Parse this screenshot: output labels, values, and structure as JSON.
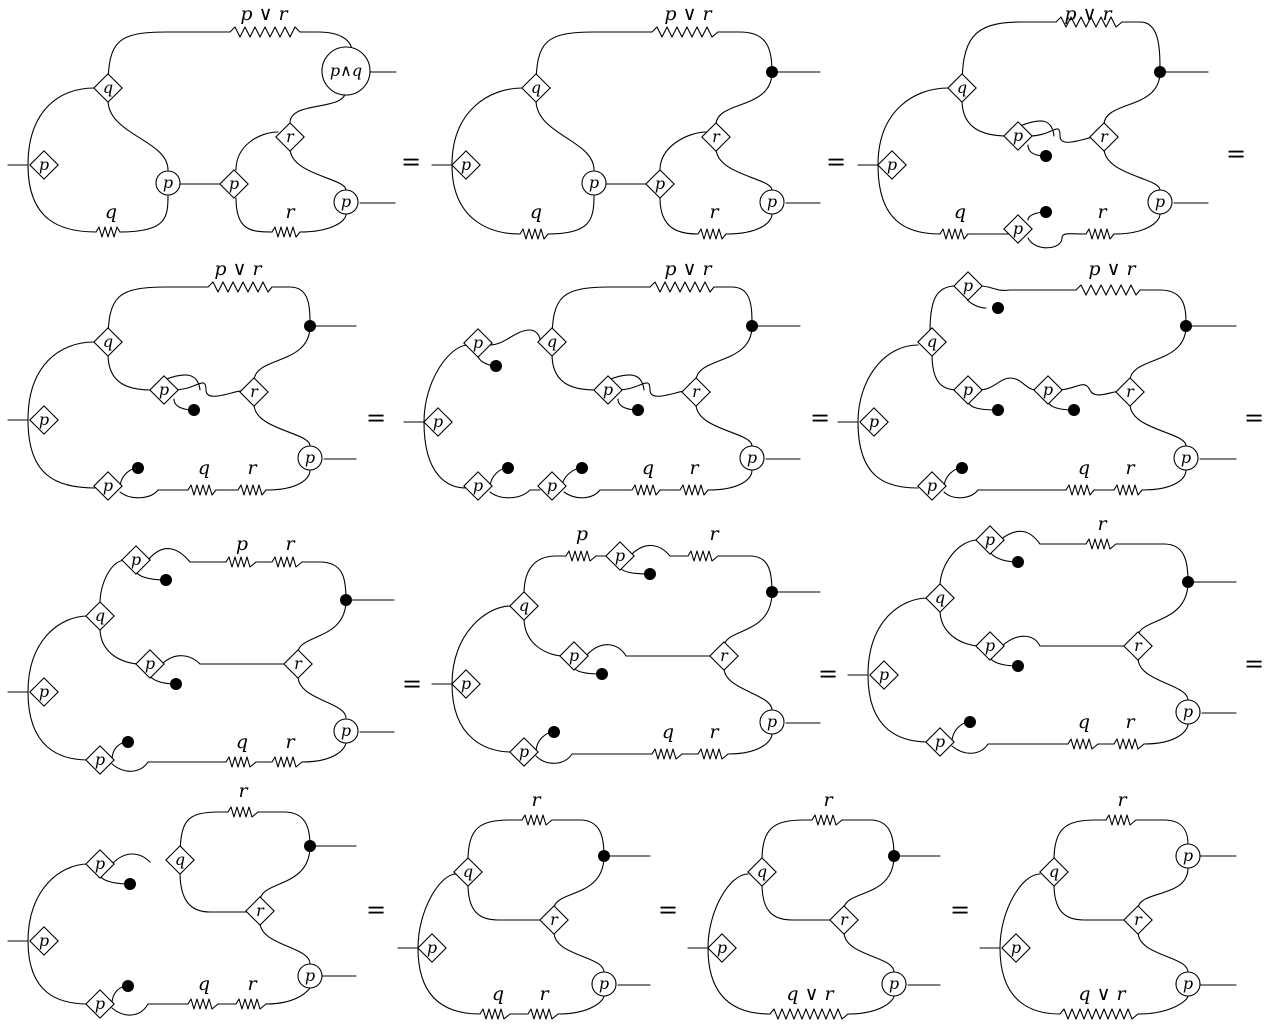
{
  "equals": "=",
  "panels": [
    {
      "id": "p1",
      "squares": [
        "p",
        "q",
        "r",
        "p"
      ],
      "circles": [
        "p∧q",
        "p",
        "p"
      ],
      "wire_labels": [
        "p ∨ r",
        "q",
        "r"
      ]
    },
    {
      "id": "p2",
      "squares": [
        "p",
        "q",
        "r",
        "p"
      ],
      "circles": [
        "p",
        "p"
      ],
      "wire_labels": [
        "p ∨ r",
        "q",
        "r"
      ]
    },
    {
      "id": "p3",
      "squares": [
        "p",
        "q",
        "p",
        "r",
        "p"
      ],
      "circles": [
        "p"
      ],
      "wire_labels": [
        "p ∨ r",
        "q",
        "r"
      ]
    },
    {
      "id": "p4",
      "squares": [
        "p",
        "q",
        "p",
        "r",
        "p"
      ],
      "circles": [
        "p"
      ],
      "wire_labels": [
        "p ∨ r",
        "q",
        "r"
      ]
    },
    {
      "id": "p5",
      "squares": [
        "p",
        "p",
        "q",
        "p",
        "r",
        "p",
        "p"
      ],
      "circles": [
        "p"
      ],
      "wire_labels": [
        "p ∨ r",
        "q",
        "r"
      ]
    },
    {
      "id": "p6",
      "squares": [
        "p",
        "p",
        "q",
        "p",
        "p",
        "r",
        "p"
      ],
      "circles": [
        "p"
      ],
      "wire_labels": [
        "p ∨ r",
        "q",
        "r"
      ]
    },
    {
      "id": "p7",
      "squares": [
        "p",
        "p",
        "q",
        "p",
        "r",
        "p"
      ],
      "circles": [
        "p"
      ],
      "wire_labels": [
        "p",
        "r",
        "q",
        "r"
      ]
    },
    {
      "id": "p8",
      "squares": [
        "p",
        "p",
        "q",
        "p",
        "r",
        "p"
      ],
      "circles": [
        "p"
      ],
      "wire_labels": [
        "p",
        "r",
        "q",
        "r"
      ]
    },
    {
      "id": "p9",
      "squares": [
        "p",
        "p",
        "q",
        "p",
        "r",
        "p"
      ],
      "circles": [
        "p"
      ],
      "wire_labels": [
        "r",
        "q",
        "r"
      ]
    },
    {
      "id": "p10",
      "squares": [
        "p",
        "p",
        "q",
        "r",
        "p"
      ],
      "circles": [
        "p"
      ],
      "wire_labels": [
        "r",
        "q",
        "r"
      ]
    },
    {
      "id": "p11",
      "squares": [
        "p",
        "q",
        "r"
      ],
      "circles": [
        "p"
      ],
      "wire_labels": [
        "r",
        "q",
        "r"
      ]
    },
    {
      "id": "p12",
      "squares": [
        "p",
        "q",
        "r"
      ],
      "circles": [
        "p"
      ],
      "wire_labels": [
        "r",
        "q ∨ r"
      ]
    },
    {
      "id": "p13",
      "squares": [
        "p",
        "q",
        "r"
      ],
      "circles": [
        "p",
        "p"
      ],
      "wire_labels": [
        "r",
        "q ∨ r"
      ]
    }
  ]
}
